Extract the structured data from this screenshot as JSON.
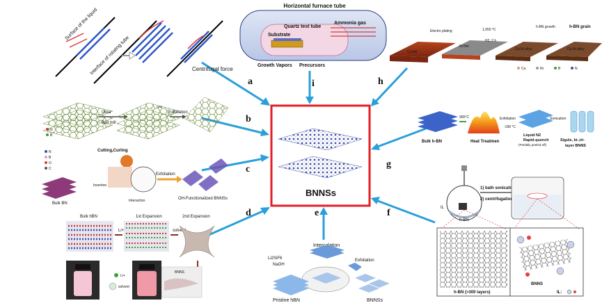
{
  "center": {
    "label": "BNNSs"
  },
  "panel_letters": {
    "a": "a",
    "b": "b",
    "c": "c",
    "d": "d",
    "e": "e",
    "f": "f",
    "g": "g",
    "h": "h",
    "i": "i"
  },
  "panel_a": {
    "surface": "Surface of the liquid",
    "interface": "Interface of rotating tube",
    "force": "Centrifugal force"
  },
  "panel_i": {
    "title": "Horizontal furnace tube",
    "quartz": "Quartz test tube",
    "substrate": "Substrate",
    "ammonia": "Ammonia gas",
    "growth": "Growth Vapors",
    "precursors": "Precursors"
  },
  "panel_h": {
    "step1": "Electro plating",
    "cu_foil": "Cu foil",
    "ni_film": "Ni film",
    "cond": "1,050 °C",
    "h2": "H2, 2 h",
    "alloy": "Cu-Ni alloy",
    "growth": "h-BN growth",
    "grain": "h-BN grain",
    "alloy2": "Cu-Ni alloy",
    "legend_cu": "Cu",
    "legend_ni": "Ni",
    "legend_b": "B",
    "legend_n": "N"
  },
  "panel_b": {
    "urea": "Urea",
    "ballmill": "Ball mill",
    "exfoliation": "Exfoliation",
    "legend_n": "N",
    "legend_b": "B",
    "nh2": "NH2"
  },
  "panel_c": {
    "legend_n": "N",
    "legend_b": "B",
    "legend_o": "O",
    "legend_c": "C",
    "cutting": "Cutting,Curling",
    "insertion": "Insertion",
    "fa": "FA",
    "interaction": "Interaction",
    "exfoliation": "Exfoliation",
    "bulk": "Bulk BN",
    "product": "OH-Functionalized BNNSs"
  },
  "panel_g": {
    "temp": "900°C",
    "exfoliation": "Exfoliation",
    "temp2": "-196 °C",
    "sonication": "Sonication",
    "bulk": "Bulk h-BN",
    "heat": "Heat Treatmen",
    "liquid1": "Liquid N2",
    "liquid2": "Rapid-quench",
    "liquid3": "(Partially peeled-off)",
    "single1": "Sigule, bi-,tri-",
    "single2": "layer BNNS"
  },
  "panel_d": {
    "bulk": "Bulk hBN",
    "exp1": "1st Expansion",
    "exp2": "2nd Expansion",
    "li": "Li+",
    "solvent": "solvent",
    "bnns": "BNNS",
    "legend_li": "Li+",
    "legend_solvent": "solvent"
  },
  "panel_e": {
    "intercalation": "Intercalation",
    "li2sif6": "Li2SiF6",
    "naoh": "NaOH",
    "exfoliation": "Exfoliation",
    "pristine": "Pristine hBN",
    "bnns": "BNNSs"
  },
  "panel_f": {
    "step1": "1) bath sonication",
    "step2": "2) centrifugation",
    "il": "IL",
    "hbn": "h-BN",
    "hbn_layers": "h-BN (>300 layers)",
    "bnns": "BNNS",
    "il2": "IL:"
  }
}
